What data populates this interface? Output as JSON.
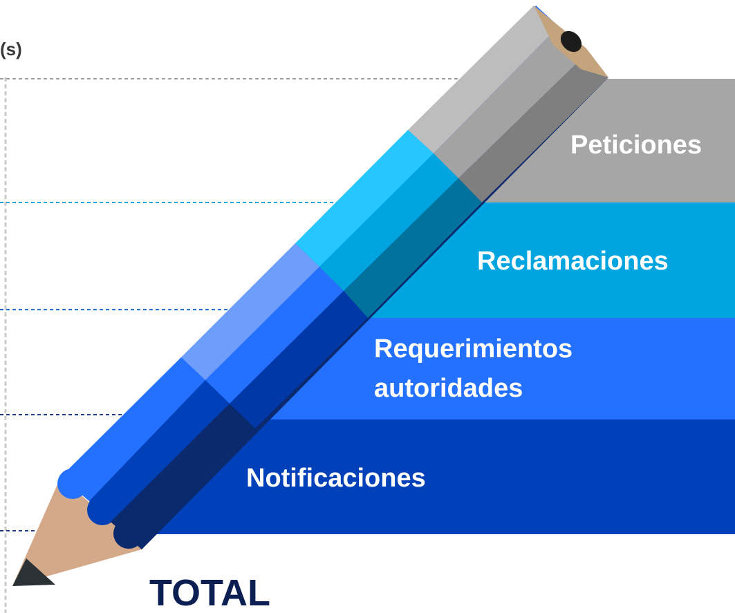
{
  "corner_text": "(s)",
  "total_label": "TOTAL",
  "bands": [
    {
      "id": "peticiones",
      "lines": [
        "Peticiones"
      ],
      "color": "#a6a6a6"
    },
    {
      "id": "reclamaciones",
      "lines": [
        "Reclamaciones"
      ],
      "color": "#00a5df"
    },
    {
      "id": "requerimientos",
      "lines": [
        "Requerimientos",
        "autoridades"
      ],
      "color": "#2470ff"
    },
    {
      "id": "notificaciones",
      "lines": [
        "Notificaciones"
      ],
      "color": "#0040b8"
    }
  ],
  "colors": {
    "pencil_wood": "#d4a98a",
    "pencil_lead": "#2b3236",
    "ferrule": "#c4a47c",
    "dash_gray": "#a0a0a0",
    "dash_light_blue": "#00a5df",
    "dash_dark_blue": "#1c3d8f"
  }
}
